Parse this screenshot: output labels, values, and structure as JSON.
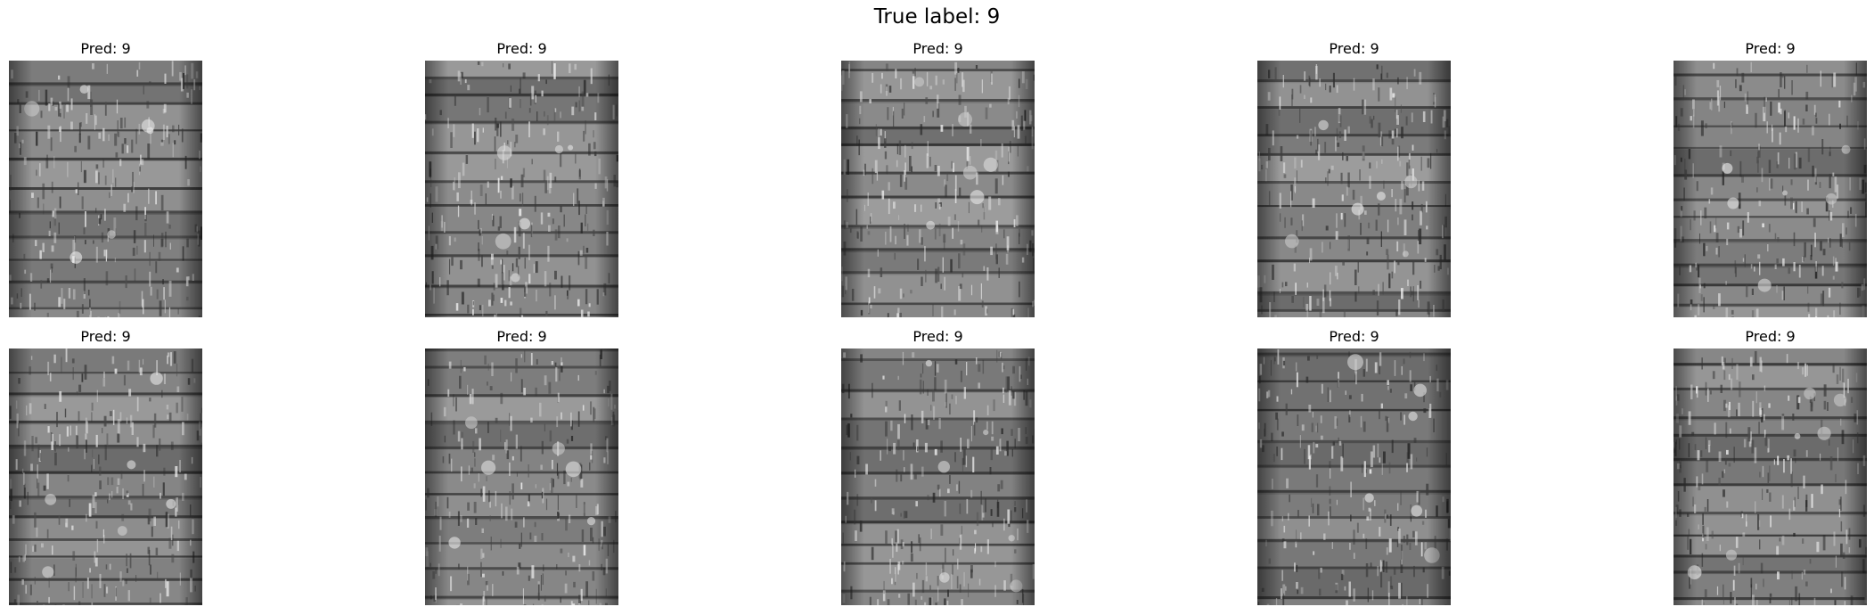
{
  "figure": {
    "suptitle": "True label: 9",
    "panels": [
      {
        "title": "Pred: 9",
        "image": "palm-bark-texture-grayscale"
      },
      {
        "title": "Pred: 9",
        "image": "palm-bark-texture-grayscale"
      },
      {
        "title": "Pred: 9",
        "image": "palm-bark-texture-grayscale"
      },
      {
        "title": "Pred: 9",
        "image": "palm-bark-texture-grayscale"
      },
      {
        "title": "Pred: 9",
        "image": "palm-bark-texture-grayscale"
      },
      {
        "title": "Pred: 9",
        "image": "palm-bark-texture-grayscale"
      },
      {
        "title": "Pred: 9",
        "image": "palm-bark-texture-grayscale"
      },
      {
        "title": "Pred: 9",
        "image": "palm-bark-texture-grayscale"
      },
      {
        "title": "Pred: 9",
        "image": "palm-bark-texture-grayscale"
      },
      {
        "title": "Pred: 9",
        "image": "palm-bark-texture-grayscale"
      }
    ]
  }
}
